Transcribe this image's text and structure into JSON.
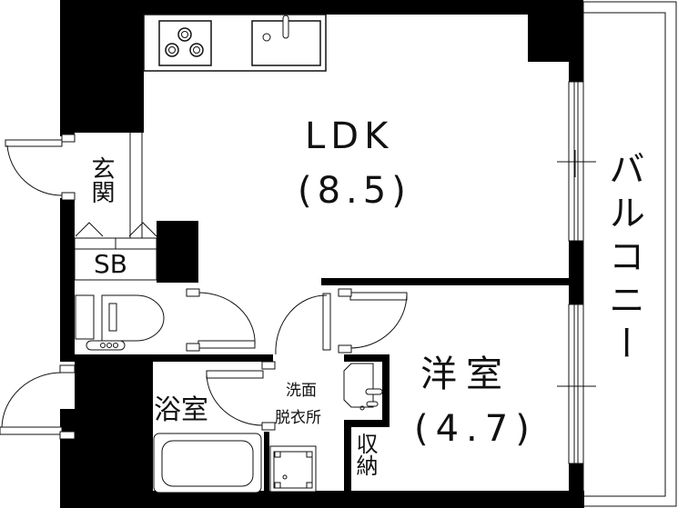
{
  "floor_plan": {
    "rooms": {
      "ldk": {
        "name": "LDK",
        "area": "(8.5)"
      },
      "western_room": {
        "name": "洋室",
        "area": "(4.7)"
      },
      "balcony": {
        "name": "バルコニー"
      },
      "entrance": {
        "name": "玄関"
      },
      "shoe_box": {
        "name": "SB"
      },
      "bathroom": {
        "name": "浴室"
      },
      "washroom": {
        "name_line1": "洗面",
        "name_line2": "脱衣所"
      },
      "storage": {
        "name": "収納"
      }
    },
    "colors": {
      "wall": "#000000",
      "background": "#ffffff",
      "line": "#111111"
    }
  }
}
